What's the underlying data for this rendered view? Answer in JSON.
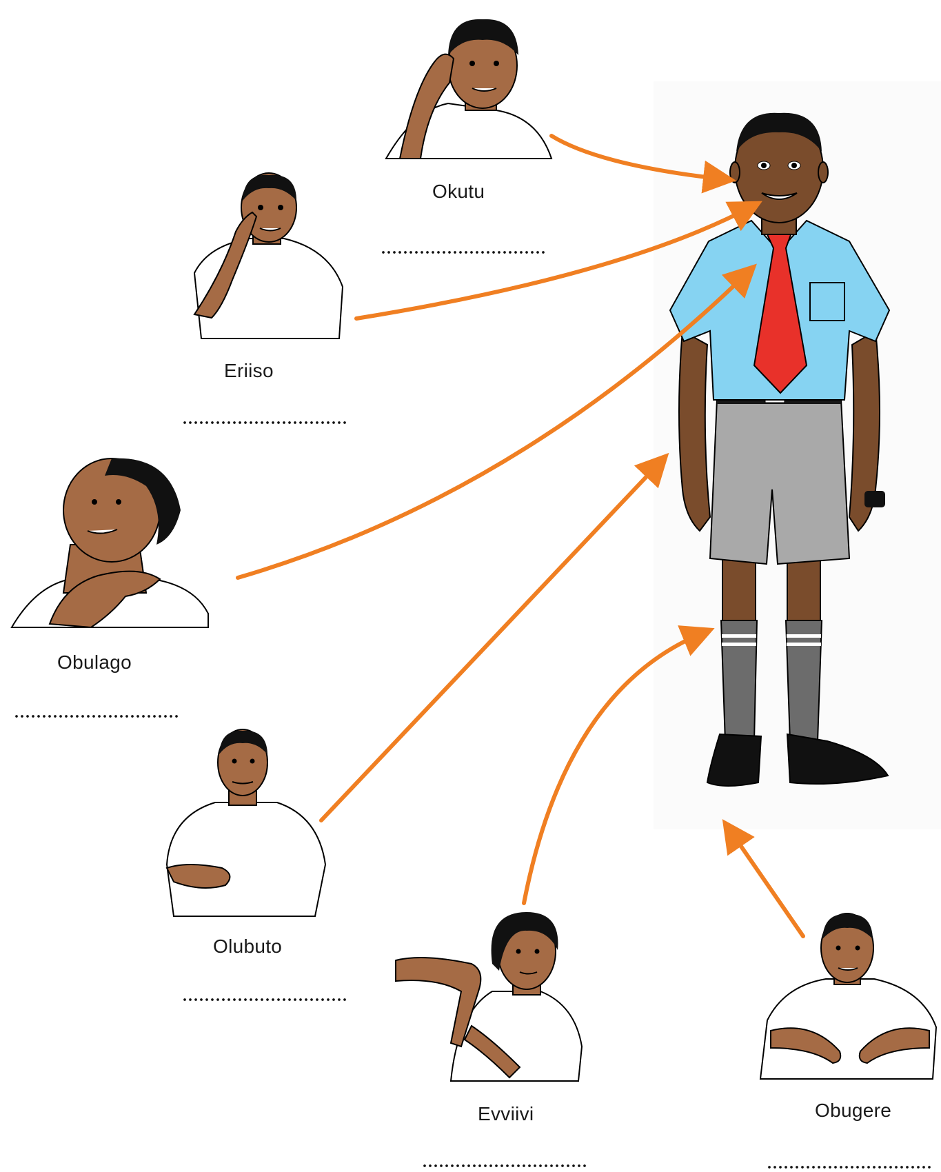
{
  "center_figure": {
    "name": "boy-in-school-uniform",
    "colors": {
      "shirt": "#86d3f2",
      "tie": "#e8312a",
      "shorts": "#a9a9a9",
      "socks": "#6c6c6c",
      "skin": "#6b4226",
      "shoes": "#111111"
    }
  },
  "arrow_color": "#f07f22",
  "senses": [
    {
      "id": "okutu",
      "label": "Okutu",
      "answer_line": "............................"
    },
    {
      "id": "eriiso",
      "label": "Eriiso",
      "answer_line": "............................"
    },
    {
      "id": "obulago",
      "label": "Obulago",
      "answer_line": "............................"
    },
    {
      "id": "olubuto",
      "label": "Olubuto",
      "answer_line": "............................"
    },
    {
      "id": "evviivi",
      "label": "Evviivi",
      "answer_line": "............................"
    },
    {
      "id": "obugere",
      "label": "Obugere",
      "answer_line": "............................"
    }
  ]
}
